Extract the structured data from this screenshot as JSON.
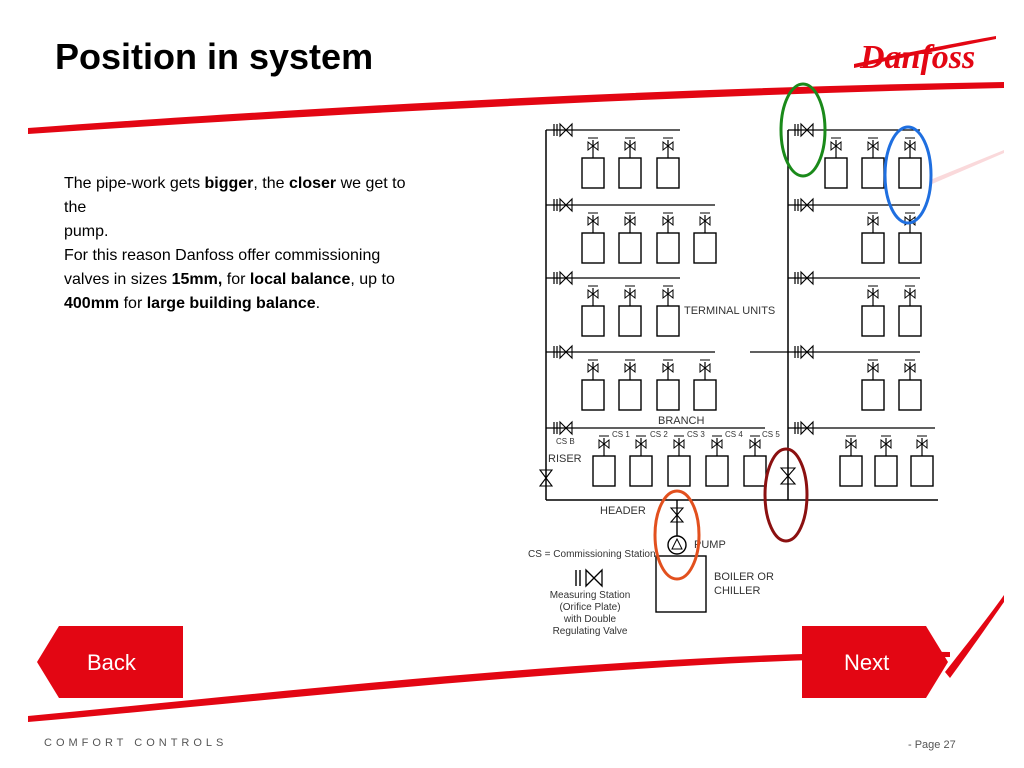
{
  "slide": {
    "title": "Position in system",
    "body": {
      "l1a": "The pipe-work gets ",
      "l1b": "bigger",
      "l1c": ", the ",
      "l1d": "closer",
      "l1e": " we get to",
      "l2": "the",
      "l3": "pump.",
      "l4": "For this reason Danfoss offer commissioning",
      "l5a": "valves in sizes ",
      "l5b": "15mm,",
      "l5c": " for ",
      "l5d": "local balance",
      "l5e": ", up to",
      "l6a": "400mm",
      "l6b": " for ",
      "l6c": "large building balance",
      "l6d": "."
    }
  },
  "brand": {
    "logo": "Danfoss",
    "red": "#e30613",
    "footer": "COMFORT   CONTROLS",
    "page": "- Page 27"
  },
  "diagram": {
    "terminal_units": "TERMINAL UNITS",
    "branch": "BRANCH",
    "riser": "RISER",
    "header": "HEADER",
    "pump": "PUMP",
    "boiler": "BOILER OR",
    "chiller": "CHILLER",
    "cs_b": "CS B",
    "cs1": "CS 1",
    "cs2": "CS 2",
    "cs3": "CS 3",
    "cs4": "CS 4",
    "cs5": "CS 5",
    "legend_cs": "CS = Commissioning Station",
    "legend_m1": "Measuring Station",
    "legend_m2": "(Orifice Plate)",
    "legend_m3": "with Double",
    "legend_m4": "Regulating Valve",
    "highlight_colors": {
      "green": "#1a8a1a",
      "blue": "#1f6fe0",
      "orange": "#e2501e",
      "darkred": "#8b1010"
    }
  },
  "nav": {
    "back": "Back",
    "next": "Next"
  }
}
